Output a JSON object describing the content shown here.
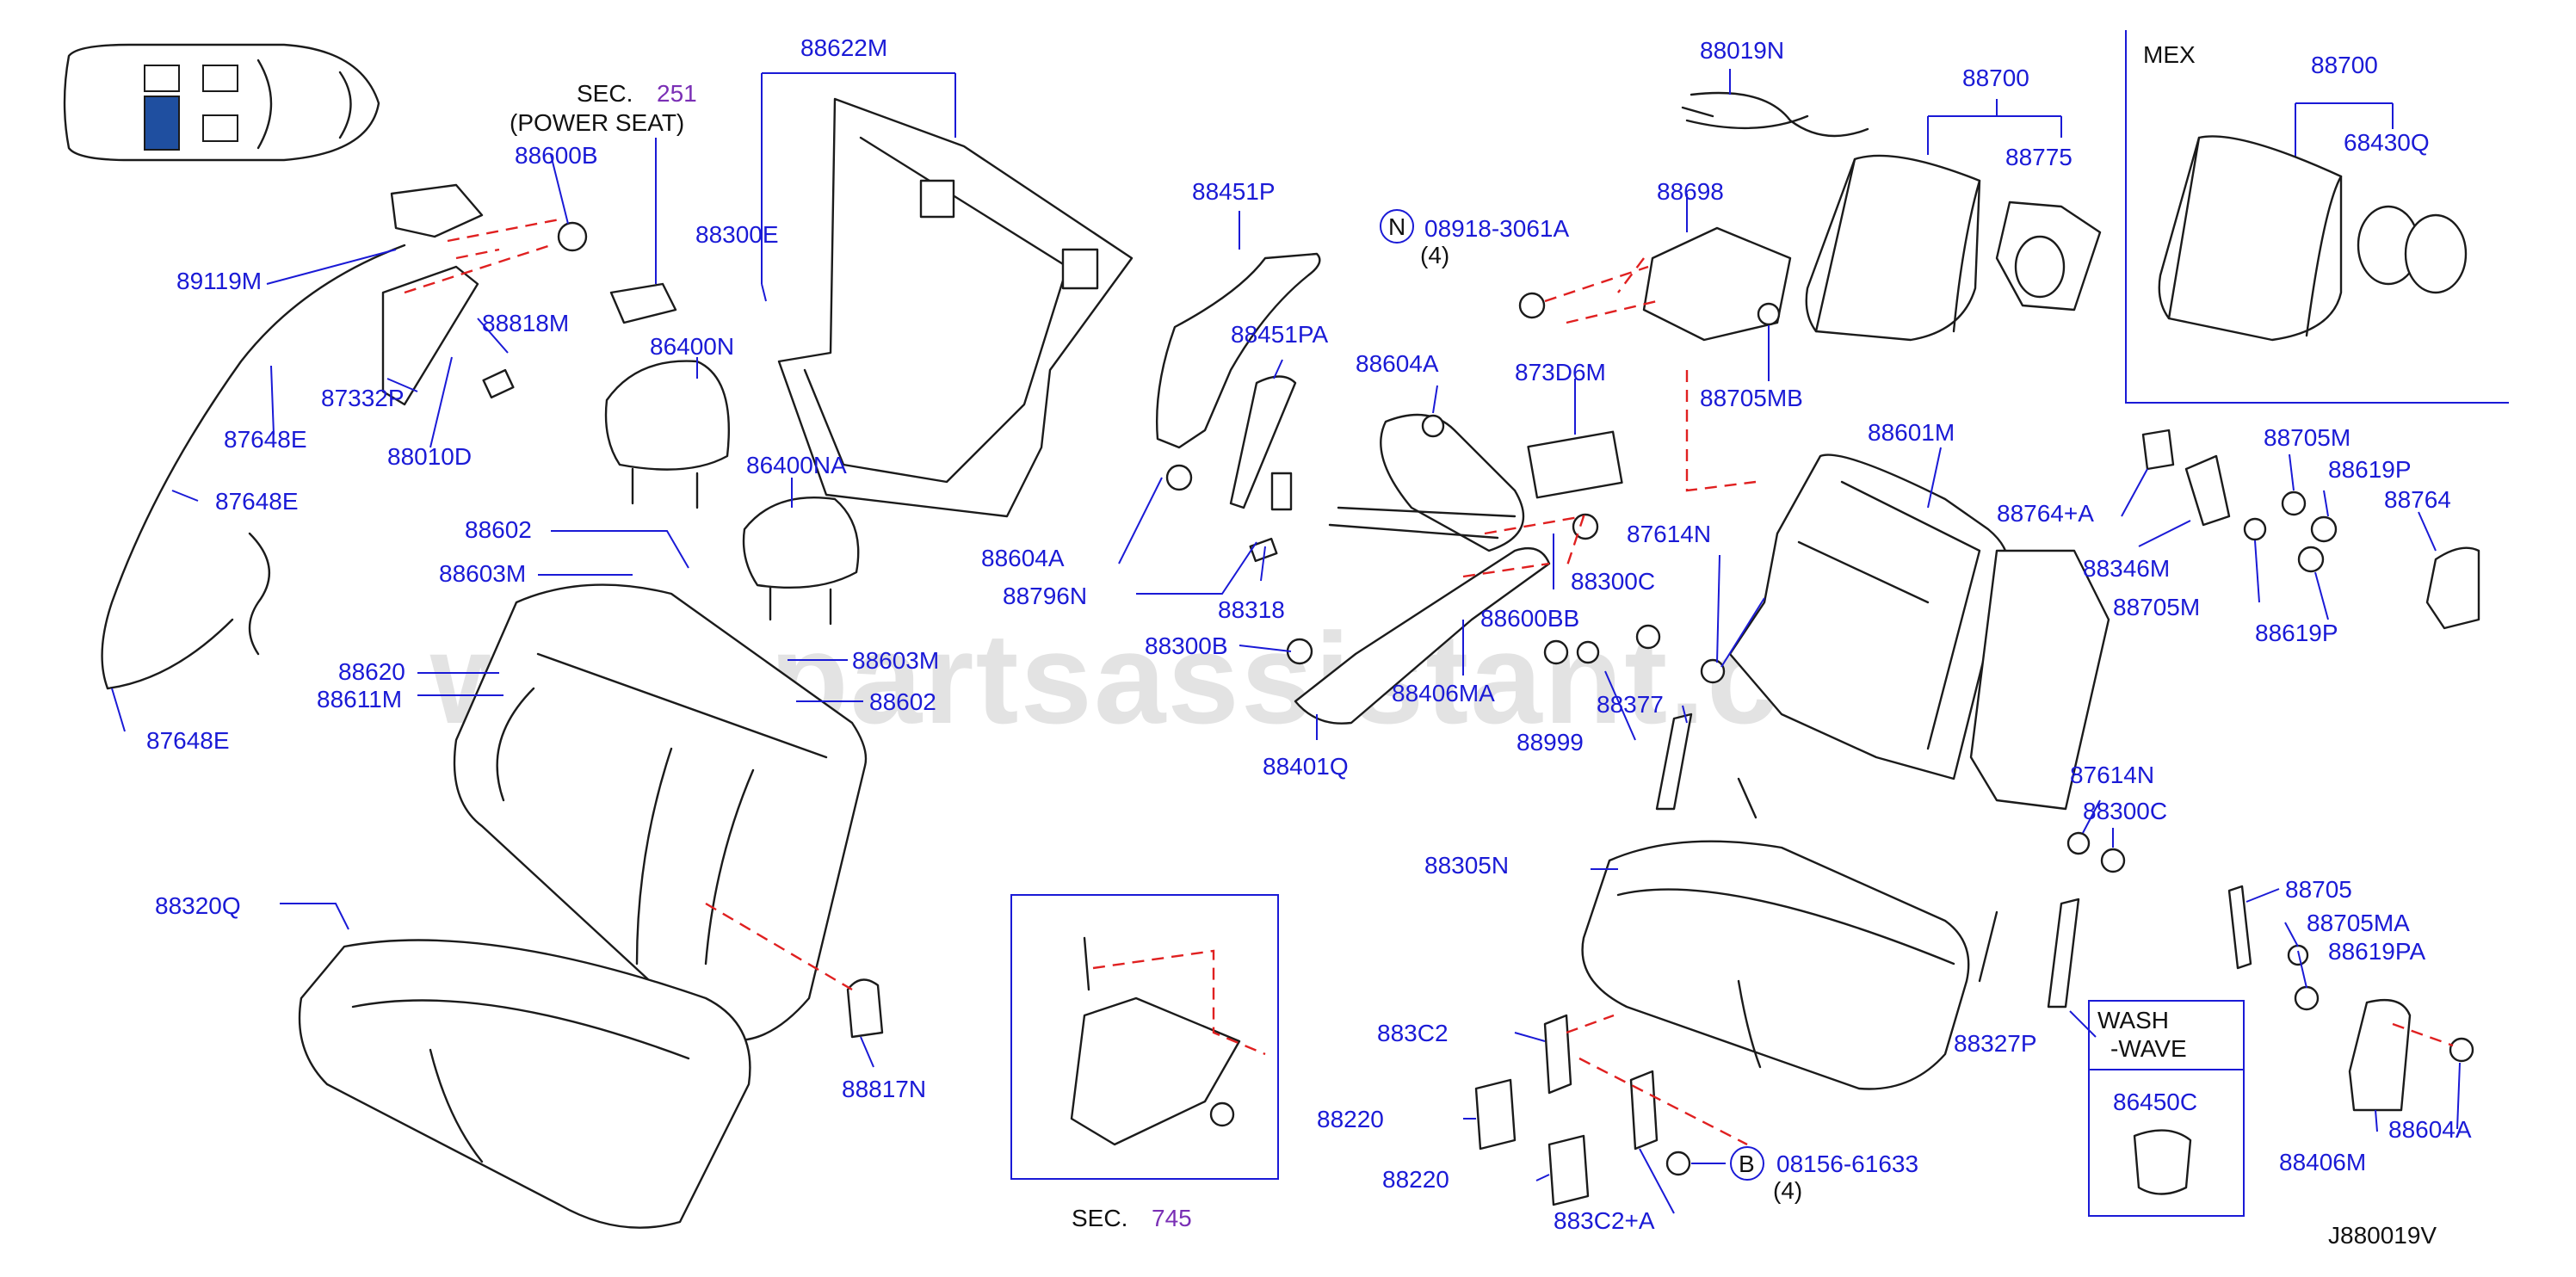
{
  "watermark": "www.partsassistant.com",
  "diagram_code": "J880019V",
  "section_refs": {
    "sec251_prefix": "SEC.",
    "sec251_number": "251",
    "sec251_note": "(POWER   SEAT)",
    "sec745_prefix": "SEC.",
    "sec745_number": "745"
  },
  "inset_mex": {
    "title": "MEX",
    "label_a": "88700",
    "label_b": "68430Q"
  },
  "inset_wash": {
    "title_line1": "WASH",
    "title_line2": "-WAVE",
    "part": "86450C"
  },
  "callouts": {
    "n_symbol": "N",
    "n_part": "08918-3061A",
    "n_qty": "(4)",
    "b_symbol": "B",
    "b_part": "08156-61633",
    "b_qty": "(4)"
  },
  "parts": [
    {
      "id": "p88622M",
      "label": "88622M"
    },
    {
      "id": "p88600B",
      "label": "88600B"
    },
    {
      "id": "p89119M",
      "label": "89119M"
    },
    {
      "id": "p88818M",
      "label": "88818M"
    },
    {
      "id": "p87332P",
      "label": "87332P"
    },
    {
      "id": "p88010D",
      "label": "88010D"
    },
    {
      "id": "p87648E_1",
      "label": "87648E"
    },
    {
      "id": "p87648E_2",
      "label": "87648E"
    },
    {
      "id": "p87648E_3",
      "label": "87648E"
    },
    {
      "id": "p86400N",
      "label": "86400N"
    },
    {
      "id": "p86400NA",
      "label": "86400NA"
    },
    {
      "id": "p88300E",
      "label": "88300E"
    },
    {
      "id": "p88602_1",
      "label": "88602"
    },
    {
      "id": "p88603M_1",
      "label": "88603M"
    },
    {
      "id": "p88620",
      "label": "88620"
    },
    {
      "id": "p88611M",
      "label": "88611M"
    },
    {
      "id": "p88603M_2",
      "label": "88603M"
    },
    {
      "id": "p88602_2",
      "label": "88602"
    },
    {
      "id": "p88320Q",
      "label": "88320Q"
    },
    {
      "id": "p88817N",
      "label": "88817N"
    },
    {
      "id": "p88451P",
      "label": "88451P"
    },
    {
      "id": "p88451PA",
      "label": "88451PA"
    },
    {
      "id": "p88604A_1",
      "label": "88604A"
    },
    {
      "id": "p88604A_2",
      "label": "88604A"
    },
    {
      "id": "p88796N",
      "label": "88796N"
    },
    {
      "id": "p88318",
      "label": "88318"
    },
    {
      "id": "p88300B",
      "label": "88300B"
    },
    {
      "id": "p88406MA",
      "label": "88406MA"
    },
    {
      "id": "p88401Q",
      "label": "88401Q"
    },
    {
      "id": "p88600BB",
      "label": "88600BB"
    },
    {
      "id": "p873D6M",
      "label": "873D6M"
    },
    {
      "id": "p88019N",
      "label": "88019N"
    },
    {
      "id": "p88698",
      "label": "88698"
    },
    {
      "id": "p88705MB",
      "label": "88705MB"
    },
    {
      "id": "p88700",
      "label": "88700"
    },
    {
      "id": "p88775",
      "label": "88775"
    },
    {
      "id": "p88601M",
      "label": "88601M"
    },
    {
      "id": "p88764A",
      "label": "88764+A"
    },
    {
      "id": "p88346M",
      "label": "88346M"
    },
    {
      "id": "p88705M_1",
      "label": "88705M"
    },
    {
      "id": "p88705M_2",
      "label": "88705M"
    },
    {
      "id": "p88619P_1",
      "label": "88619P"
    },
    {
      "id": "p88619P_2",
      "label": "88619P"
    },
    {
      "id": "p88764",
      "label": "88764"
    },
    {
      "id": "p87614N_1",
      "label": "87614N"
    },
    {
      "id": "p87614N_2",
      "label": "87614N"
    },
    {
      "id": "p88300C_1",
      "label": "88300C"
    },
    {
      "id": "p88300C_2",
      "label": "88300C"
    },
    {
      "id": "p88377",
      "label": "88377"
    },
    {
      "id": "p88999",
      "label": "88999"
    },
    {
      "id": "p88305N",
      "label": "88305N"
    },
    {
      "id": "p88327P",
      "label": "88327P"
    },
    {
      "id": "p88705",
      "label": "88705"
    },
    {
      "id": "p88705MA",
      "label": "88705MA"
    },
    {
      "id": "p88619PA",
      "label": "88619PA"
    },
    {
      "id": "p88604A_3",
      "label": "88604A"
    },
    {
      "id": "p88406M",
      "label": "88406M"
    },
    {
      "id": "p883C2",
      "label": "883C2"
    },
    {
      "id": "p883C2A",
      "label": "883C2+A"
    },
    {
      "id": "p88220_1",
      "label": "88220"
    },
    {
      "id": "p88220_2",
      "label": "88220"
    }
  ]
}
